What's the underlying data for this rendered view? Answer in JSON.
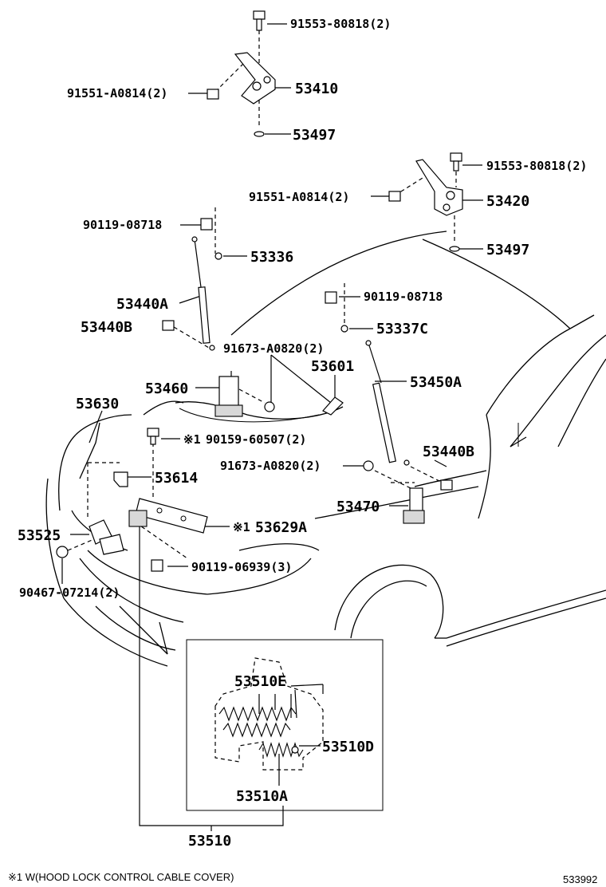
{
  "parts": [
    {
      "id": "p1",
      "text": "91553-80818(2)"
    },
    {
      "id": "p2",
      "text": "91551-A0814(2)"
    },
    {
      "id": "p3",
      "text": "53410"
    },
    {
      "id": "p4",
      "text": "53497"
    },
    {
      "id": "p5",
      "text": "91553-80818(2)"
    },
    {
      "id": "p6",
      "text": "91551-A0814(2)"
    },
    {
      "id": "p7",
      "text": "53420"
    },
    {
      "id": "p8",
      "text": "90119-08718"
    },
    {
      "id": "p9",
      "text": "53497"
    },
    {
      "id": "p10",
      "text": "53336"
    },
    {
      "id": "p11",
      "text": "90119-08718"
    },
    {
      "id": "p12",
      "text": "53440A"
    },
    {
      "id": "p13",
      "text": "53440B"
    },
    {
      "id": "p14",
      "text": "53337C"
    },
    {
      "id": "p15",
      "text": "91673-A0820(2)"
    },
    {
      "id": "p16",
      "text": "53601"
    },
    {
      "id": "p17",
      "text": "53460"
    },
    {
      "id": "p18",
      "text": "53450A"
    },
    {
      "id": "p19",
      "text": "53630"
    },
    {
      "id": "p20",
      "text": "90159-60507(2)"
    },
    {
      "id": "p21",
      "text": "53440B"
    },
    {
      "id": "p22",
      "text": "91673-A0820(2)"
    },
    {
      "id": "p23",
      "text": "53614"
    },
    {
      "id": "p24",
      "text": "53470"
    },
    {
      "id": "p25",
      "text": "53629A"
    },
    {
      "id": "p26",
      "text": "53525"
    },
    {
      "id": "p27",
      "text": "90119-06939(3)"
    },
    {
      "id": "p28",
      "text": "90467-07214(2)"
    },
    {
      "id": "p29",
      "text": "53510E"
    },
    {
      "id": "p30",
      "text": "53510D"
    },
    {
      "id": "p31",
      "text": "53510A"
    },
    {
      "id": "p32",
      "text": "53510"
    }
  ],
  "markers": {
    "m1": "※1",
    "m2": "※1"
  },
  "footnote": "※1 W(HOOD LOCK CONTROL CABLE COVER)",
  "ref_code": "533992"
}
